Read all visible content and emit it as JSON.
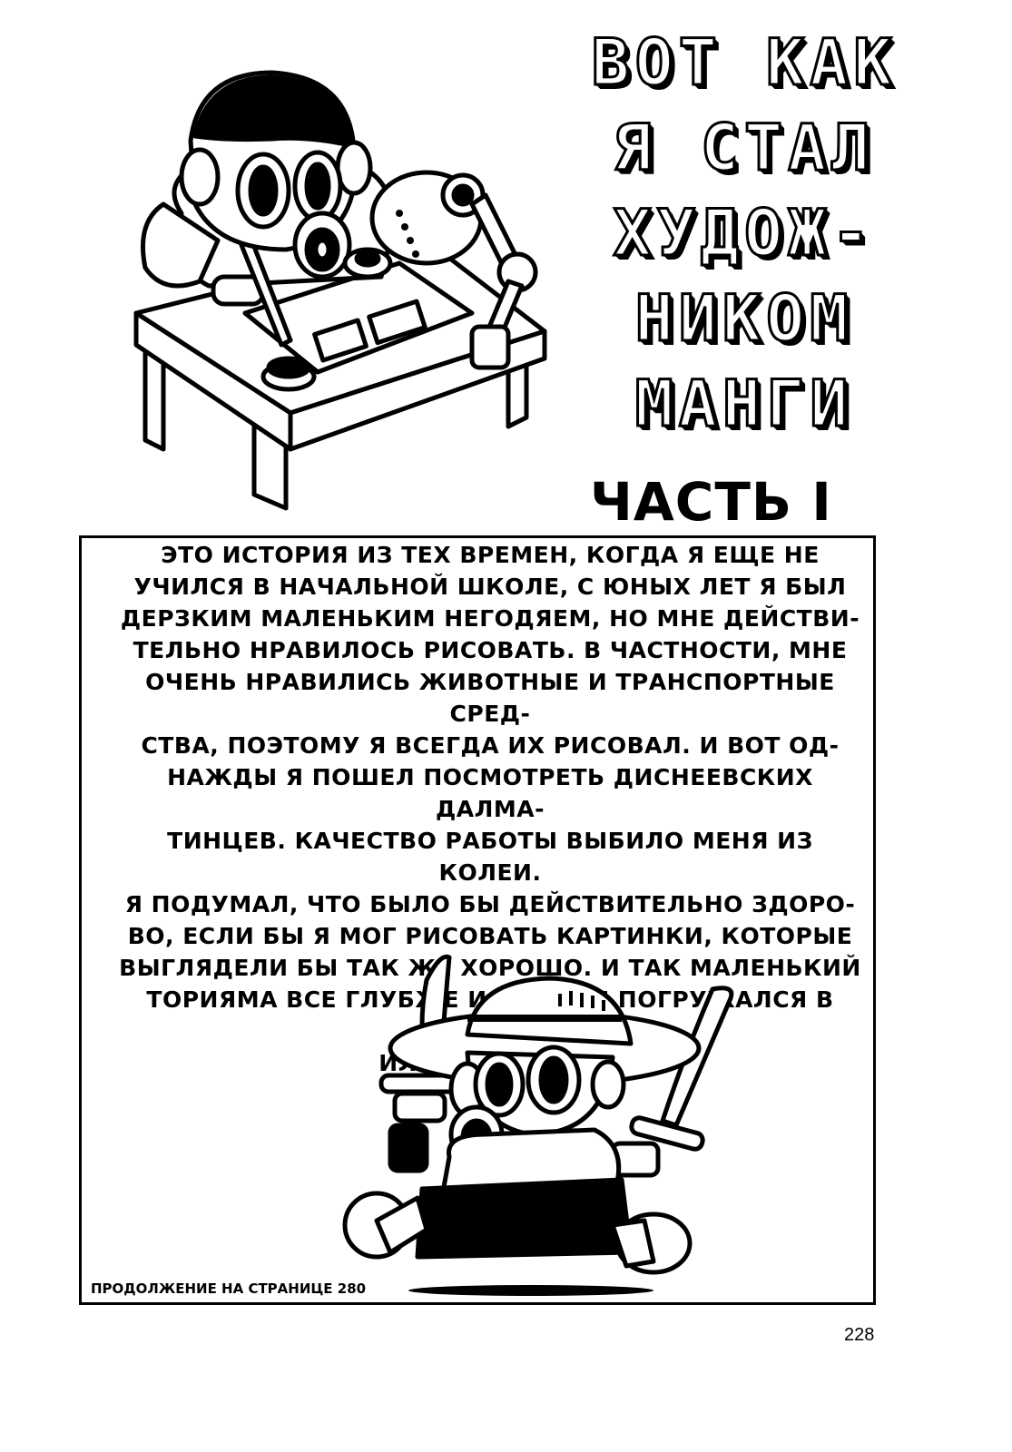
{
  "title_lines": [
    "ВОТ КАК",
    "Я СТАЛ",
    "ХУДОЖ-",
    "НИКОМ",
    "МАНГИ"
  ],
  "part_label": "ЧАСТЬ I",
  "story_lines": [
    "ЭТО ИСТОРИЯ ИЗ ТЕХ ВРЕМЕН, КОГДА Я ЕЩЕ НЕ",
    "УЧИЛСЯ В НАЧАЛЬНОЙ ШКОЛЕ, С ЮНЫХ ЛЕТ Я БЫЛ",
    "ДЕРЗКИМ МАЛЕНЬКИМ НЕГОДЯЕМ, НО МНЕ ДЕЙСТВИ-",
    "ТЕЛЬНО НРАВИЛОСЬ РИСОВАТЬ. В ЧАСТНОСТИ, МНЕ",
    "ОЧЕНЬ НРАВИЛИСЬ ЖИВОТНЫЕ И ТРАНСПОРТНЫЕ СРЕД-",
    "СТВА, ПОЭТОМУ Я ВСЕГДА ИХ РИСОВАЛ. И ВОТ ОД-",
    "НАЖДЫ Я ПОШЕЛ ПОСМОТРЕТЬ ДИСНЕЕВСКИХ ДАЛМА-",
    "ТИНЦЕВ. КАЧЕСТВО РАБОТЫ ВЫБИЛО МЕНЯ ИЗ КОЛЕИ.",
    "Я ПОДУМАЛ, ЧТО БЫЛО БЫ ДЕЙСТВИТЕЛЬНО ЗДОРО-",
    "ВО, ЕСЛИ БЫ Я МОГ РИСОВАТЬ КАРТИНКИ, КОТОРЫЕ",
    "ВЫГЛЯДЕЛИ БЫ ТАК ЖЕ ХОРОШО. И ТАК МАЛЕНЬКИЙ",
    "ТОРИЯМА ВСЕ ГЛУБЖЕ И ГЛУБЖЕ ПОГРУЖАЛСЯ В МИР",
    "ИЛЛЮСТРАЦИИ."
  ],
  "continued_note": "ПРОДОЛЖЕНИЕ НА СТРАНИЦЕ 280",
  "page_number": "228"
}
